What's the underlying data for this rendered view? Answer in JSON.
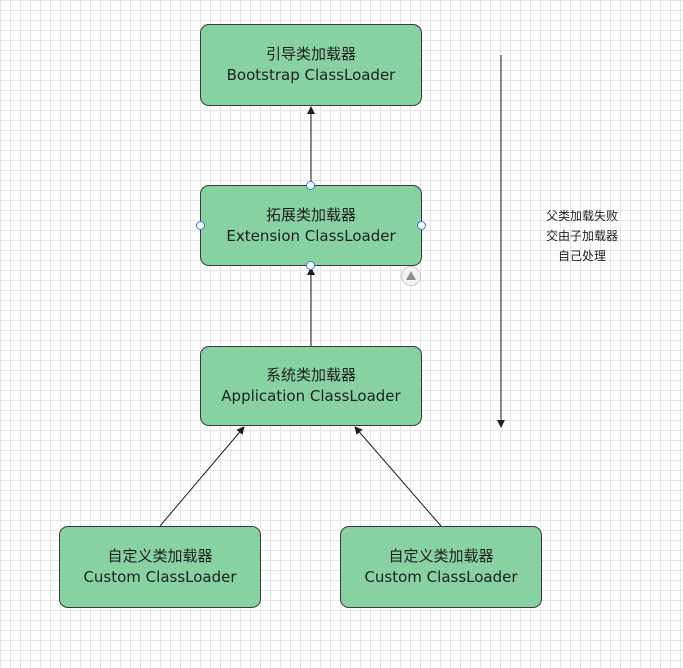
{
  "nodes": {
    "bootstrap": {
      "line1": "引导类加载器",
      "line2": "Bootstrap ClassLoader"
    },
    "extension": {
      "line1": "拓展类加载器",
      "line2": "Extension ClassLoader"
    },
    "application": {
      "line1": "系统类加载器",
      "line2": "Application ClassLoader"
    },
    "custom1": {
      "line1": "自定义类加载器",
      "line2": "Custom ClassLoader"
    },
    "custom2": {
      "line1": "自定义类加载器",
      "line2": "Custom ClassLoader"
    }
  },
  "note": {
    "line1": "父类加载失败",
    "line2": "交由子加载器",
    "line3": "自己处理"
  },
  "colors": {
    "node_fill": "#88d1a1",
    "node_border": "#36393d",
    "selection_handle": "#2a7de1"
  }
}
